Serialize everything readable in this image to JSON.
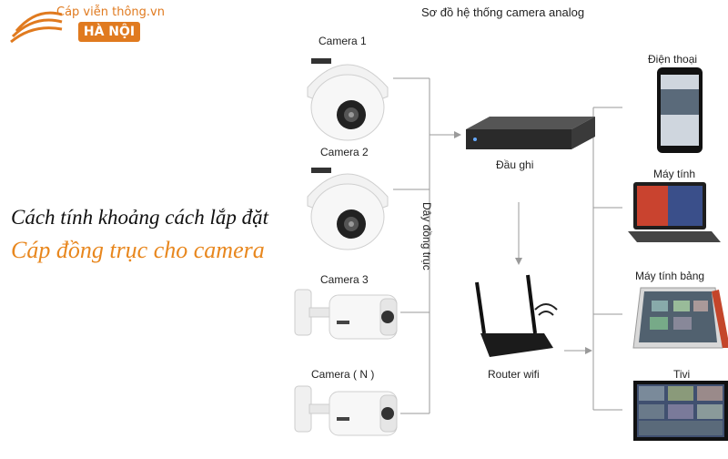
{
  "logo": {
    "brand": "Cáp viễn thông",
    "suffix": ".vn",
    "badge": "HÀ NỘI"
  },
  "headline": {
    "line1": "Cách tính khoảng cách lắp đặt",
    "line2": "Cáp đồng trục cho camera"
  },
  "diagram": {
    "title": "Sơ đồ hệ thống camera analog",
    "cameras": [
      "Camera 1",
      "Camera 2",
      "Camera 3",
      "Camera ( N )"
    ],
    "cable_label": "Dây đồng trục",
    "recorder": "Đầu ghi",
    "router": "Router wifi",
    "devices": [
      "Điện thoại",
      "Máy tính",
      "Máy tính bảng",
      "Tivi"
    ]
  },
  "colors": {
    "brand_orange": "#e07a1f",
    "headline_orange": "#e8871e",
    "line_gray": "#9a9a9a"
  }
}
